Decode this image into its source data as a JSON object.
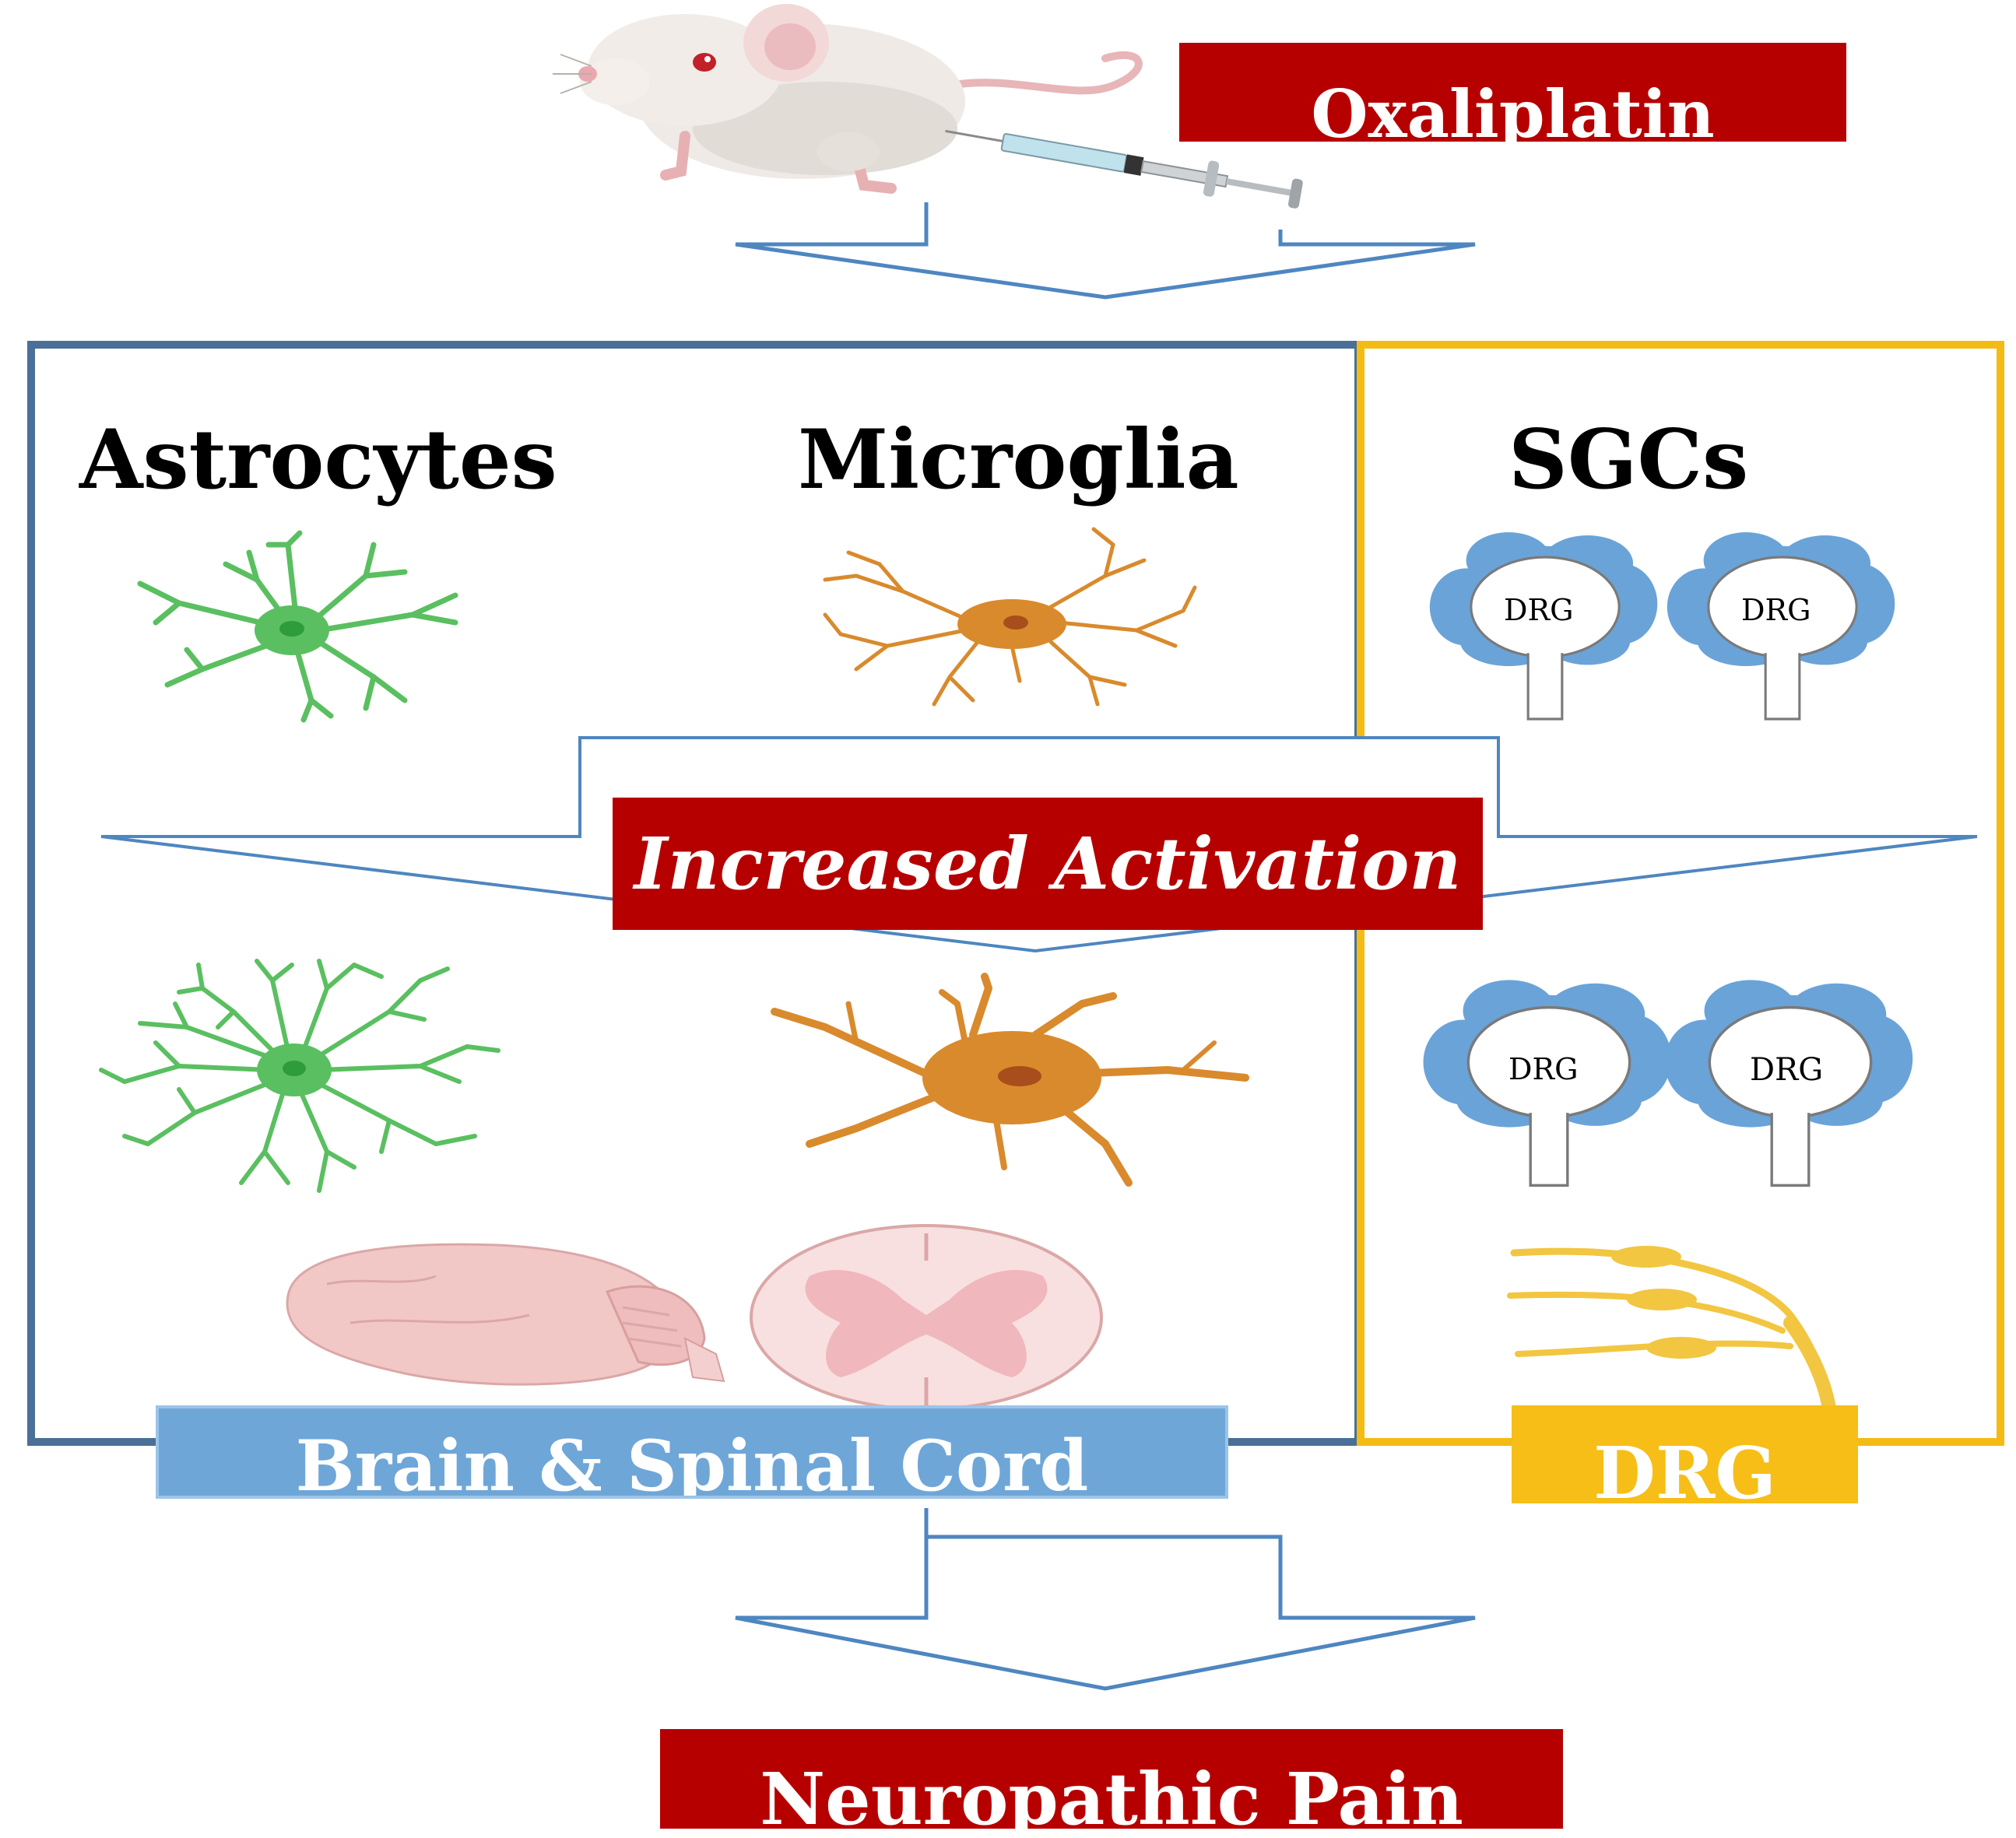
{
  "colors": {
    "red_banner": "#b60000",
    "cns_border": "#4a6f98",
    "drg_border": "#f4bb14",
    "cns_banner": "#6fa6d8",
    "drg_banner": "#f6be17",
    "astrocyte": "#5abf60",
    "microglia": "#d98a2c",
    "sgc": "#6aa3d8",
    "arrow": "#4e86c0",
    "tissue": "#f2c8c6"
  },
  "top": {
    "drug_label": "Oxaliplatin"
  },
  "cns": {
    "astrocytes_heading": "Astrocytes",
    "microglia_heading": "Microglia",
    "banner_label": "Brain & Spinal Cord"
  },
  "drg_panel": {
    "sgcs_heading": "SGCs",
    "ganglion_label": "DRG",
    "banner_label": "DRG"
  },
  "activation": {
    "label": "Increased Activation"
  },
  "outcome": {
    "label": "Neuropathic Pain"
  }
}
